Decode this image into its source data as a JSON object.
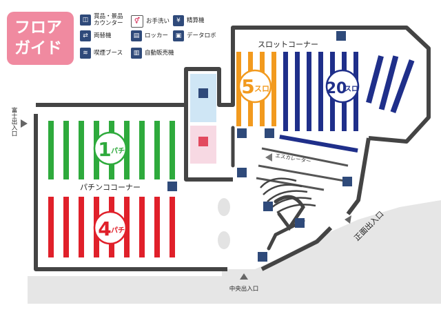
{
  "title": {
    "line1": "フロア",
    "line2": "ガイド"
  },
  "legend": [
    {
      "icon": "prize-counter-icon",
      "label": "賞品・景品\nカウンター"
    },
    {
      "icon": "restroom-icon",
      "label": "お手洗い"
    },
    {
      "icon": "settlement-machine-icon",
      "label": "精算機"
    },
    {
      "icon": "currency-exchange-icon",
      "label": "両替機"
    },
    {
      "icon": "locker-icon",
      "label": "ロッカー"
    },
    {
      "icon": "data-robot-icon",
      "label": "データロボ"
    },
    {
      "icon": "smoking-booth-icon",
      "label": "喫煙ブース"
    },
    {
      "icon": "vending-machine-icon",
      "label": "自動販売機"
    }
  ],
  "map": {
    "slot_corner": "スロットコーナー",
    "pachinko_corner": "パチンココーナー",
    "escalator": "エスカレーター",
    "zones": {
      "slot_5": {
        "number": "5",
        "unit": "スロ",
        "color": "#f29a1e"
      },
      "slot_20": {
        "number": "20",
        "unit": "スロ",
        "color": "#1f2f8a"
      },
      "pachi_1": {
        "number": "1",
        "unit": "パチ",
        "color": "#2eaa3c"
      },
      "pachi_4": {
        "number": "4",
        "unit": "パチ",
        "color": "#e0202a"
      }
    },
    "entrances": {
      "fuji": "富士出入口",
      "center": "中央出入口",
      "front": "正面出入口"
    }
  }
}
